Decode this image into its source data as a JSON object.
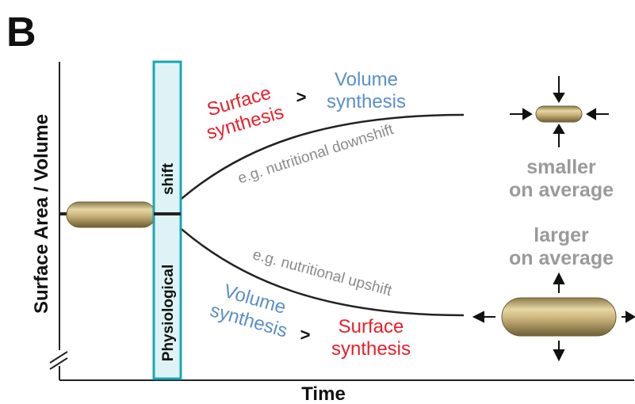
{
  "panel_label": "B",
  "axes": {
    "y_label": "Surface Area / Volume",
    "x_label": "Time"
  },
  "shift_box": {
    "line1": "Physiological",
    "line2": "shift"
  },
  "upper_branch": {
    "left": [
      "Surface",
      "synthesis"
    ],
    "comparator": ">",
    "right": [
      "Volume",
      "synthesis"
    ],
    "example": "e.g. nutritional downshift",
    "outcome": [
      "smaller",
      "on average"
    ]
  },
  "lower_branch": {
    "left": [
      "Volume",
      "synthesis"
    ],
    "comparator": ">",
    "right": [
      "Surface",
      "synthesis"
    ],
    "example": "e.g. nutritional upshift",
    "outcome": [
      "larger",
      "on average"
    ]
  },
  "colors": {
    "surface": "#e8202a",
    "volume": "#5a8fc9",
    "example": "#8a8a8a",
    "outcome": "#9a9a9a",
    "box_border": "#19a7b0",
    "box_fill": "#dff3f7",
    "cell": "#c9b27a"
  }
}
